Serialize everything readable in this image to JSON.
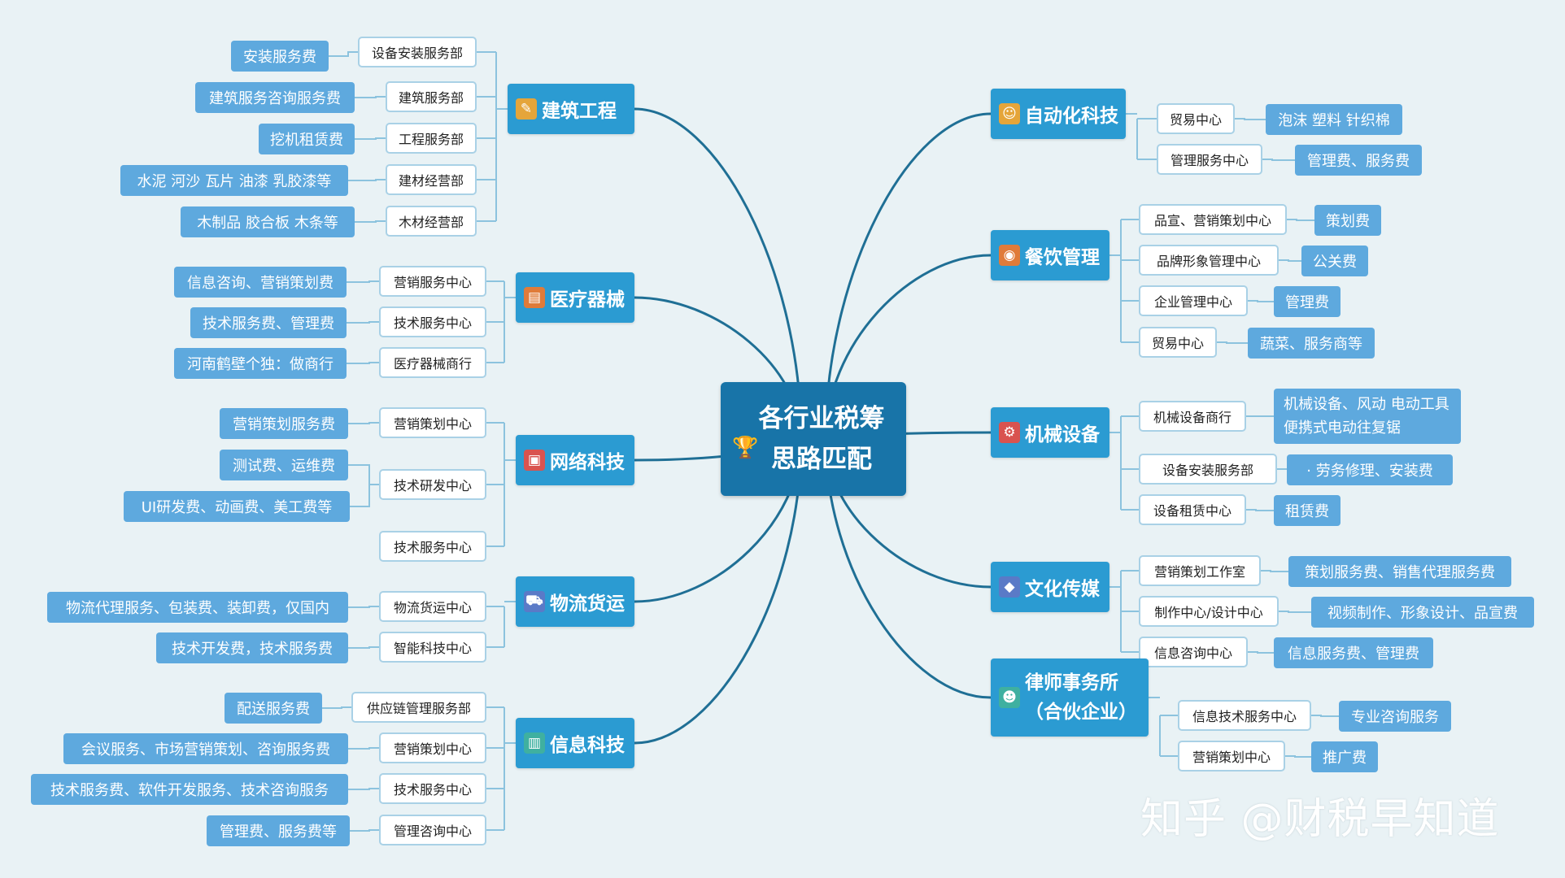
{
  "center": {
    "title": "各行业税筹思路匹配"
  },
  "watermark": "知乎 @财税早知道",
  "colors": {
    "main": "#2b9bd2",
    "center": "#1874a8",
    "leaf": "#5ea9de",
    "line": "#1f6f95",
    "bracket": "#8cc3de"
  },
  "left": [
    {
      "label": "建筑工程",
      "icon": "note-icon",
      "items": [
        {
          "sub": "设备安装服务部",
          "leaf": "安装服务费"
        },
        {
          "sub": "建筑服务部",
          "leaf": "建筑服务咨询服务费"
        },
        {
          "sub": "工程服务部",
          "leaf": "挖机租赁费"
        },
        {
          "sub": "建材经营部",
          "leaf": "水泥  河沙 瓦片 油漆  乳胶漆等"
        },
        {
          "sub": "木材经营部",
          "leaf": "木制品  胶合板 木条等"
        }
      ]
    },
    {
      "label": "医疗器械",
      "icon": "clipboard-icon",
      "items": [
        {
          "sub": "营销服务中心",
          "leaf": "信息咨询、营销策划费"
        },
        {
          "sub": "技术服务中心",
          "leaf": "技术服务费、管理费"
        },
        {
          "sub": "医疗器械商行",
          "leaf": "河南鹤壁个独：做商行"
        }
      ]
    },
    {
      "label": "网络科技",
      "icon": "monitor-icon",
      "items": [
        {
          "sub": "营销策划中心",
          "leaf": "营销策划服务费"
        },
        {
          "sub": "技术研发中心",
          "leaves": [
            "测试费、运维费",
            "UI研发费、动画费、美工费等"
          ]
        },
        {
          "sub": "技术服务中心"
        }
      ]
    },
    {
      "label": "物流货运",
      "icon": "truck-icon",
      "items": [
        {
          "sub": "物流货运中心",
          "leaf": "物流代理服务、包装费、装卸费，仅国内"
        },
        {
          "sub": "智能科技中心",
          "leaf": "技术开发费，技术服务费"
        }
      ]
    },
    {
      "label": "信息科技",
      "icon": "server-icon",
      "items": [
        {
          "sub": "供应链管理服务部",
          "leaf": "配送服务费"
        },
        {
          "sub": "营销策划中心",
          "leaf": "会议服务、市场营销策划、咨询服务费"
        },
        {
          "sub": "技术服务中心",
          "leaf": "技术服务费、软件开发服务、技术咨询服务"
        },
        {
          "sub": "管理咨询中心",
          "leaf": "管理费、服务费等"
        }
      ]
    }
  ],
  "right": [
    {
      "label": "自动化科技",
      "icon": "robot-icon",
      "items": [
        {
          "sub": "贸易中心",
          "leaf": "泡沫 塑料 针织棉"
        },
        {
          "sub": "管理服务中心",
          "leaf": "管理费、服务费"
        }
      ]
    },
    {
      "label": "餐饮管理",
      "icon": "dish-icon",
      "items": [
        {
          "sub": "品宣、营销策划中心",
          "leaf": "策划费"
        },
        {
          "sub": "品牌形象管理中心",
          "leaf": "公关费"
        },
        {
          "sub": "企业管理中心",
          "leaf": "管理费"
        },
        {
          "sub": "贸易中心",
          "leaf": "蔬菜、服务商等"
        }
      ]
    },
    {
      "label": "机械设备",
      "icon": "machine-icon",
      "items": [
        {
          "sub": "机械设备商行",
          "leaf": "机械设备、风动 电动工具  便携式电动往复锯"
        },
        {
          "sub": "设备安装服务部",
          "leaf": "· 劳务修理、安装费"
        },
        {
          "sub": "设备租赁中心",
          "leaf": "租赁费"
        }
      ]
    },
    {
      "label": "文化传媒",
      "icon": "gem-icon",
      "items": [
        {
          "sub": "营销策划工作室",
          "leaf": "策划服务费、销售代理服务费"
        },
        {
          "sub": "制作中心/设计中心",
          "leaf": "视频制作、形象设计、品宣费"
        },
        {
          "sub": "信息咨询中心",
          "leaf": "信息服务费、管理费"
        }
      ]
    },
    {
      "label": "律师事务所（合伙企业）",
      "icon": "people-icon",
      "items": [
        {
          "sub": "信息技术服务中心",
          "leaf": "专业咨询服务"
        },
        {
          "sub": "营销策划中心",
          "leaf": "推广费"
        }
      ]
    }
  ]
}
